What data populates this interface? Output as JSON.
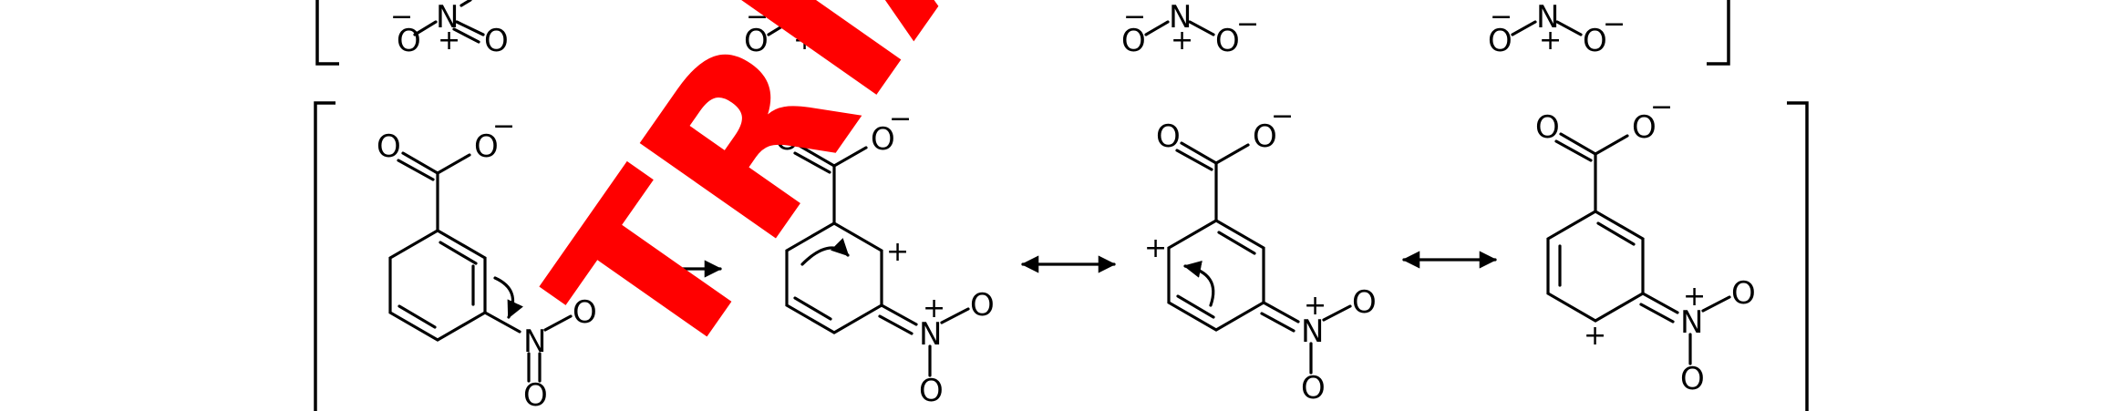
{
  "atoms": {
    "oxygen": "O",
    "nitrogen": "N",
    "minus": "−",
    "plus": "+"
  },
  "watermark": {
    "text": "TRIAL",
    "color": "#ff0000"
  },
  "colors": {
    "structure": "#000000",
    "background": "#ffffff"
  }
}
